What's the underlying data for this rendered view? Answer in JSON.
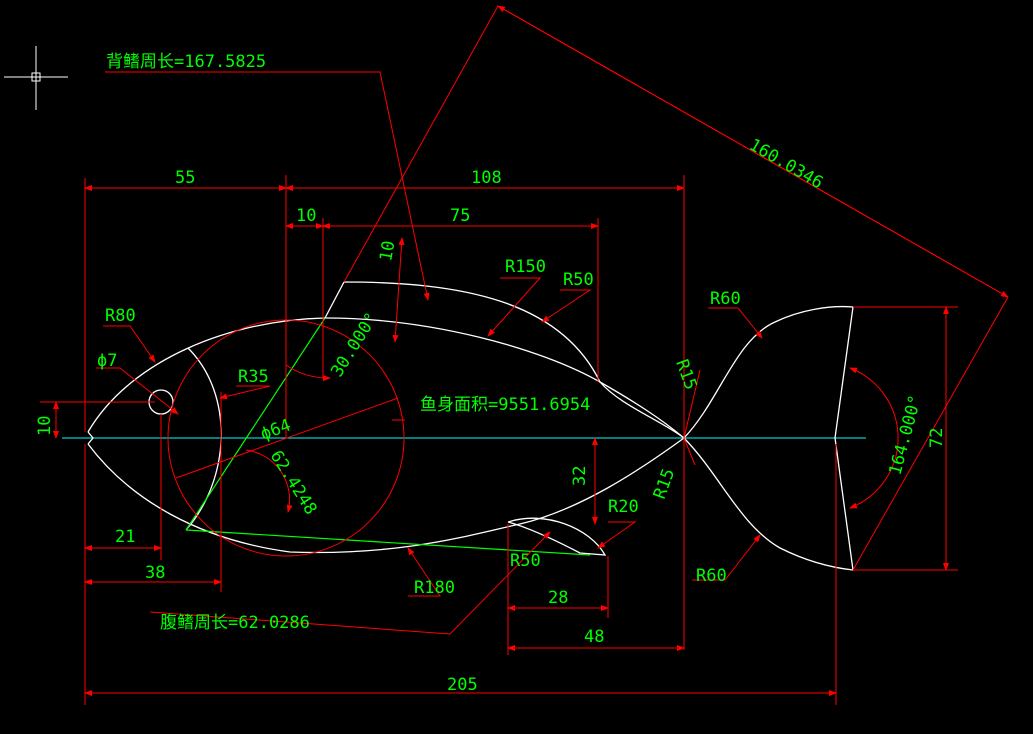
{
  "colors": {
    "background": "#000000",
    "outline": "#ffffff",
    "dimension": "#ff0000",
    "text": "#00ff00",
    "centerline": "#00ffff",
    "fin_line": "#00ff00"
  },
  "annotations": {
    "dorsal_fin_perimeter": "背鳍周长=167.5825",
    "ventral_fin_perimeter": "腹鳍周长=62.0286",
    "body_area": "鱼身面积=9551.6954"
  },
  "dimensions": {
    "d55": "55",
    "d108": "108",
    "d10a": "10",
    "d75": "75",
    "d10b": "10",
    "d160": "160.0346",
    "r150": "R150",
    "r50a": "R50",
    "r60a": "R60",
    "r80": "R80",
    "phi7": "ϕ7",
    "r35": "R35",
    "ang30": "30.000°",
    "phi64": "ϕ64",
    "d62": "62.4248",
    "d10c": "10",
    "r15a": "R15",
    "r15b": "R15",
    "d32": "32",
    "r20": "R20",
    "r50b": "R50",
    "r180": "R180",
    "d28": "28",
    "d48": "48",
    "r60b": "R60",
    "ang164": "164.000°",
    "d72": "72",
    "d21": "21",
    "d38": "38",
    "d205": "205"
  }
}
